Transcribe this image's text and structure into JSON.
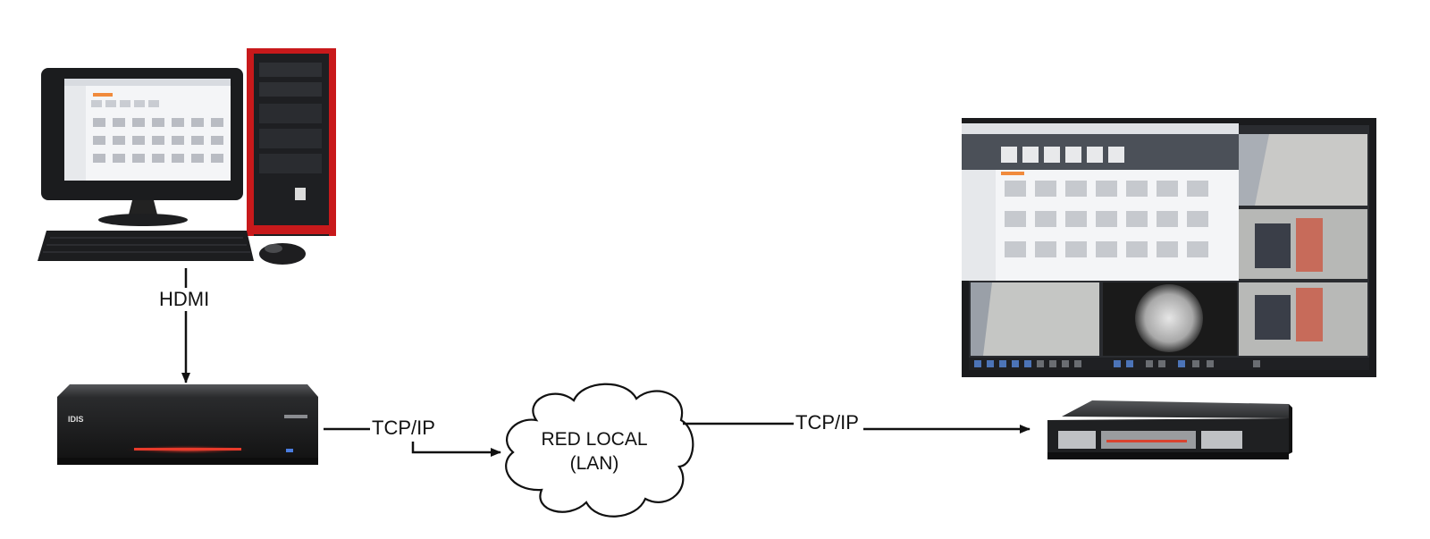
{
  "labels": {
    "hdmi": "HDMI",
    "tcpip_left": "TCP/IP",
    "tcpip_right": "TCP/IP",
    "cloud_line1": "RED LOCAL",
    "cloud_line2": "(LAN)"
  },
  "devices": {
    "pc": "desktop-computer-icon",
    "encoder": "video-encoder-box-icon",
    "display": "video-wall-display-icon",
    "recorder": "rack-recorder-icon"
  },
  "colors": {
    "line": "#111111",
    "tower_accent": "#c8191b",
    "device_dark": "#2a2a2c"
  }
}
